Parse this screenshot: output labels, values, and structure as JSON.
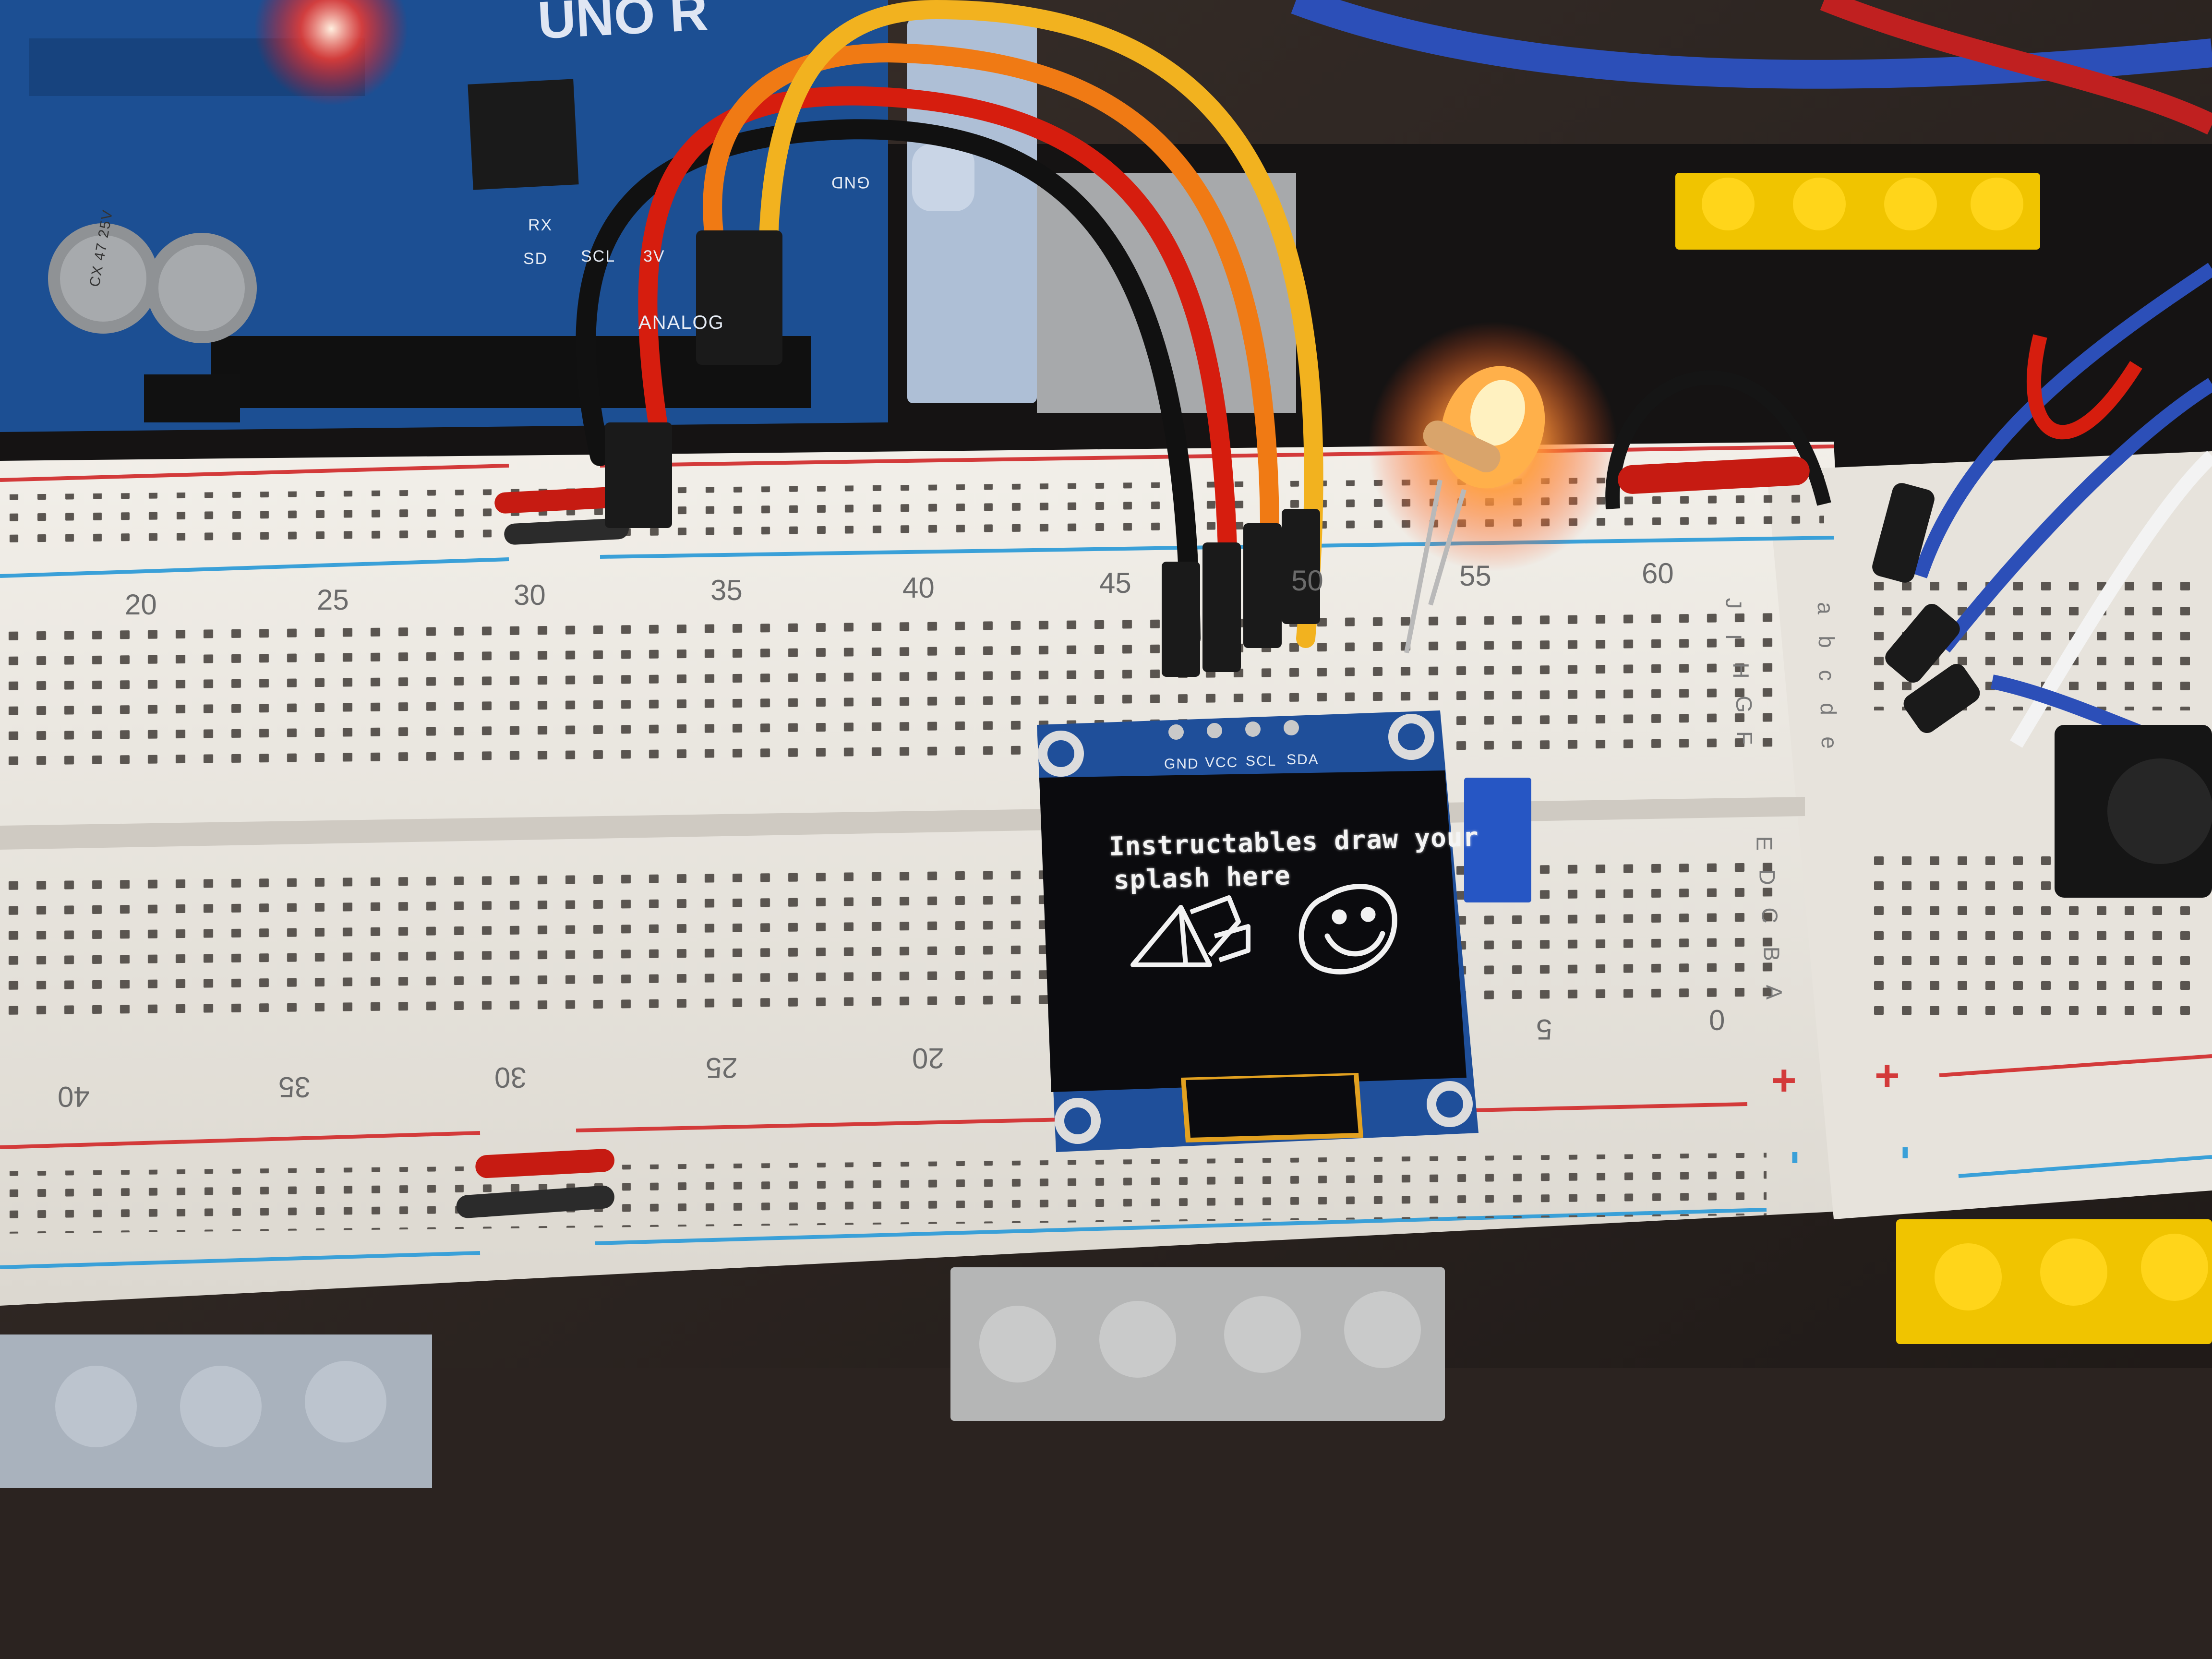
{
  "arduino": {
    "board_label": "UNO R",
    "pin_labels": [
      "RX",
      "SD",
      "SCL",
      "3V",
      "GND",
      "ANALOG"
    ],
    "capacitor_label": "CX 47 25V"
  },
  "breadboard": {
    "top_numbers": [
      "20",
      "25",
      "30",
      "35",
      "40",
      "45",
      "50",
      "55",
      "60"
    ],
    "bottom_numbers": [
      "40",
      "35",
      "30",
      "25",
      "20",
      "5",
      "0"
    ],
    "row_letters_upper": [
      "J",
      "I",
      "H",
      "G",
      "F"
    ],
    "row_letters_lower": [
      "E",
      "D",
      "C",
      "B",
      "A"
    ],
    "right_letters": [
      "a",
      "b",
      "c",
      "d",
      "e"
    ],
    "plus_sign": "+",
    "minus_sign": "-"
  },
  "oled": {
    "pin_labels": [
      "GND",
      "VCC",
      "SCL",
      "SDA"
    ],
    "screen_line_1": "Instructables draw your",
    "screen_line_2": "splash here"
  },
  "colors": {
    "oled_pcb": "#1f4f9a",
    "breadboard": "#eeeae3",
    "rail_red": "#d33a3a",
    "rail_blue": "#3aa0d8",
    "led_glow": "#ff7a2a"
  }
}
